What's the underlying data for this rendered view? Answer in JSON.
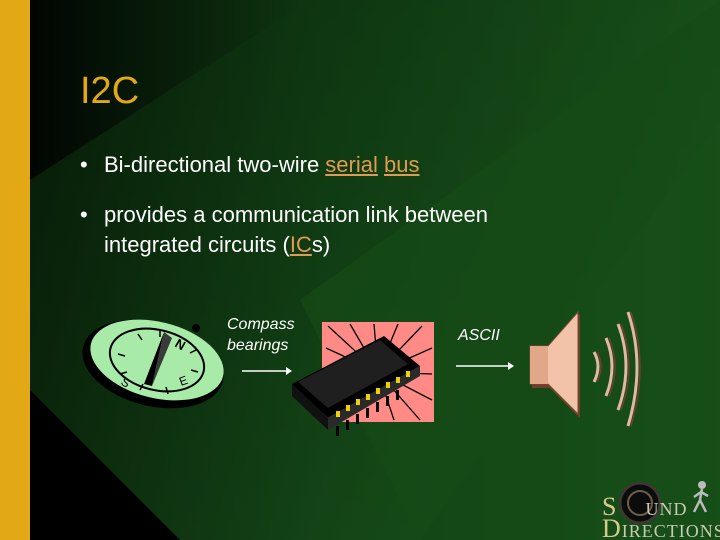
{
  "slide": {
    "title": "I2C",
    "bullets": [
      {
        "pre": "Bi-directional two-wire ",
        "link1": "serial",
        "mid": " ",
        "link2": "bus",
        "post": ""
      },
      {
        "line1": "provides a communication link between",
        "line2_pre": "integrated circuits (",
        "line2_link": "IC",
        "line2_post": "s)"
      }
    ],
    "bullet_symbol": "•"
  },
  "diagram": {
    "compass_caption_line1": "Compass",
    "compass_caption_line2": "bearings",
    "ascii_caption": "ASCII",
    "compass_letters": {
      "n": "N",
      "e": "E",
      "s": "S"
    },
    "icons": [
      "compass-icon",
      "chip-icon",
      "speaker-icon",
      "arrow-icon"
    ]
  },
  "logo": {
    "line1_cap": "S",
    "line1_rest": "UND",
    "line2_cap": "D",
    "line2_rest": "IRECTIONS"
  },
  "colors": {
    "title": "#e3a816",
    "accent_bar": "#e3a816",
    "link": "#e09a52",
    "bg_green": "#1b5a1d",
    "bg_dark": "#000000"
  }
}
